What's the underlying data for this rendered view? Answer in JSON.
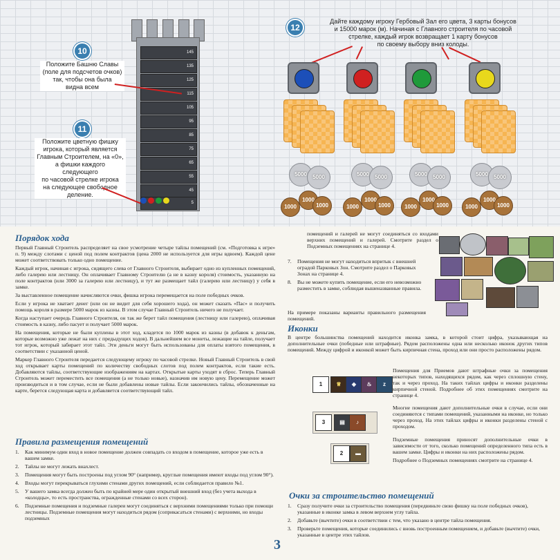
{
  "colors": {
    "accent": "#2b5f8f",
    "callout_num": "#3a7fb0",
    "red_line": "#d02020",
    "card": "#f6b552",
    "coin_bronze": "#a8733a"
  },
  "step10": {
    "num": "10",
    "lines": [
      "Положите Башню Славы",
      "(поле для подсчетов очков)",
      "так, чтобы она была",
      "видна всем"
    ]
  },
  "step11": {
    "num": "11",
    "lines": [
      "Положите цветную фишку",
      "игрока, который является",
      "Главным Строителем, на «0»,",
      "а фишки каждого",
      "следующего",
      "по часовой стрелке игрока",
      "на следующее свободное",
      "деление."
    ]
  },
  "step12": {
    "num": "12",
    "lines": [
      "Дайте каждому игроку Гербовый Зал его цвета, 3 карты бонусов",
      "и 15000 марок (м). Начиная с Главного строителя по часовой",
      "стрелке, каждый игрок возвращает 1 карту бонусов",
      "по своему выбору вниз колоды."
    ]
  },
  "tower_scores": [
    "145",
    "135",
    "125",
    "115",
    "105",
    "95",
    "85",
    "75",
    "65",
    "55",
    "45",
    "5"
  ],
  "coins": {
    "big": "5000",
    "small": "1000"
  },
  "section_order": {
    "title": "Порядок хода",
    "paras": [
      "Первый Главный Строитель распределяет на свое усмотрение четыре тайлы помещений (см. «Подготовка к игре» п. 9) между слотами с ценой под полем контрактов (цена 2000 не используется для игры вдвоем). Каждой цене может соответствовать только одно помещение.",
      "Каждый игрок, начиная с игрока, сидящего слева от Главного Строителя, выбирает одно из купленных помещений, либо галерею или лестницу. Он оплачивает Главному Строителю (а не в казну короля) стоимость, указанную на поле контрактов (или 3000 за галерею или лестницу), и тут же размещает тайл (галерею или лестницу) у себя в замке.",
      "За выставленное помещение начисляются очки, фишка игрока перемещается на поле победных очков.",
      "Если у игрока не хватает денег (или он не видит для себя хорошего хода), он может сказать «Пас» и получить помощь короля в размере 5000 марок из казны. В этом случае Главный Строитель ничего не получает.",
      "Когда наступает очередь Главного Строителя, он так же берет тайл помещения (лестницу или галерею), оплачивая стоимость в казну, либо пасует и получает 5000 марок.",
      "На помещения, которые не были куплены в этот ход, кладется по 1000 марок из казны (в добавок к деньгам, которые возможно уже лежат на них с предыдущих ходов). В дальнейшем все монеты, лежащие на тайле, получает тот игрок, который забирает этот тайл. Эти деньги могут быть использованы для оплаты взятого помещения, в соответствии с указанной ценой.",
      "Маркер Главного Строителя передается следующему игроку по часовой стрелке. Новый Главный Строитель в свой ход открывает карты помещений по количеству свободных слотов под полем контрактов, если такие есть. Добавляются тайлы, соответствующие изображениям на картах. Открытые карты уходят в сброс. Теперь Главный Строитель может переместить все помещения (а не только новые), назначив им новую цену. Перемещение может производиться и в том случае, если не были добавлены новые тайлы. Если закончились тайлы, обозначенные на карте, берется следующая карта и добавляется соответствующий тайл."
    ]
  },
  "section_rules": {
    "title": "Правила размещения помещений",
    "items": [
      {
        "n": "1.",
        "t": "Как минимум один вход в новое помещение должен совпадать со входом в помещение, которое уже есть в вашем замке."
      },
      {
        "n": "2.",
        "t": "Тайлы не могут лежать внахлест."
      },
      {
        "n": "3.",
        "t": "Помещения могут быть построены под углом 90° (например, круглые помещения имеют входы под углом 90°)."
      },
      {
        "n": "4.",
        "t": "Входы могут перекрываться глухими стенами других помещений, если соблюдается правило №1."
      },
      {
        "n": "5.",
        "t": "У вашего замка всегда должен быть по крайней мере один открытый внешний вход (без учета выхода в «колодцы», то есть пространства, огражденные стенами со всех сторон)."
      },
      {
        "n": "6.",
        "t": "Подземные помещения и подземные галереи могут соединяться с верхними помещениями только при помощи лестницы. Подземные помещения могут находиться рядом (соприкасаться стенами) с верхними, но входы подземных"
      }
    ],
    "cont": "помещений и галерей не могут соединяться со входами верхних помещений и галерей. Смотрите раздел о Подземных помещениях на странице 4.",
    "items2": [
      {
        "n": "7.",
        "t": "Помещения не могут находиться впритык с внешней оградой Парковых Зон. Смотрите раздел о Парковых Зонах на странице 4."
      },
      {
        "n": "8.",
        "t": "Вы не можете купить помещение, если его невозможно разместить в замке, соблюдая вышеназванные правила."
      }
    ],
    "example": "На примере показаны варианты правильного размещения помещений."
  },
  "section_icons": {
    "title": "Иконки",
    "intro": "В центре большинства помещений находится иконка замка, в которой стоит цифра, указывающая на дополнительные очки (победные или штрафные). Рядом расположены одна или несколько иконок других типов помещений. Между цифрой и иконкой может быть кирпичная стена, проход или они просто расположены рядом.",
    "p1": "Помещения для Приемов дают штрафные очки за помещения некоторых типов, находящихся рядом, как через сплошную стену, так и через проход. На таких тайлах цифры и иконки разделены кирпичной стеной. Подробнее об этих помещениях смотрите на странице 4.",
    "p2": "Многие помещения дают дополнительные очки в случае, если они соединяются с типами помещений, указанными на иконке, но только через проход. На этих тайлах цифры и иконки разделены стеной с проходом.",
    "p3": "Подземные помещения приносят дополнительные очки в зависимости от того, сколько помещений определенного типа есть в вашем замке. Цифры и иконки на них расположены рядом.",
    "p3b": "Подробнее о Подземных помещениях смотрите на странице 4.",
    "t1": "1",
    "t2": "3",
    "t3": "2"
  },
  "section_scoring": {
    "title": "Очки за строительство помещений",
    "items": [
      {
        "n": "1.",
        "t": "Сразу получите очки за строительство помещения (передвиньте свою фишку на поле победных очков), указанные в иконке замка в левом верхнем углу тайла."
      },
      {
        "n": "2.",
        "t": "Добавьте (вычтите) очки в соответствии с тем, что указано в центре тайла помещения."
      },
      {
        "n": "3.",
        "t": "Проверьте помещения, которые соединились с вновь построенным помещением, и добавьте (вычтите) очки, указанные в центре этих тайлов."
      }
    ]
  },
  "page_number": "3"
}
